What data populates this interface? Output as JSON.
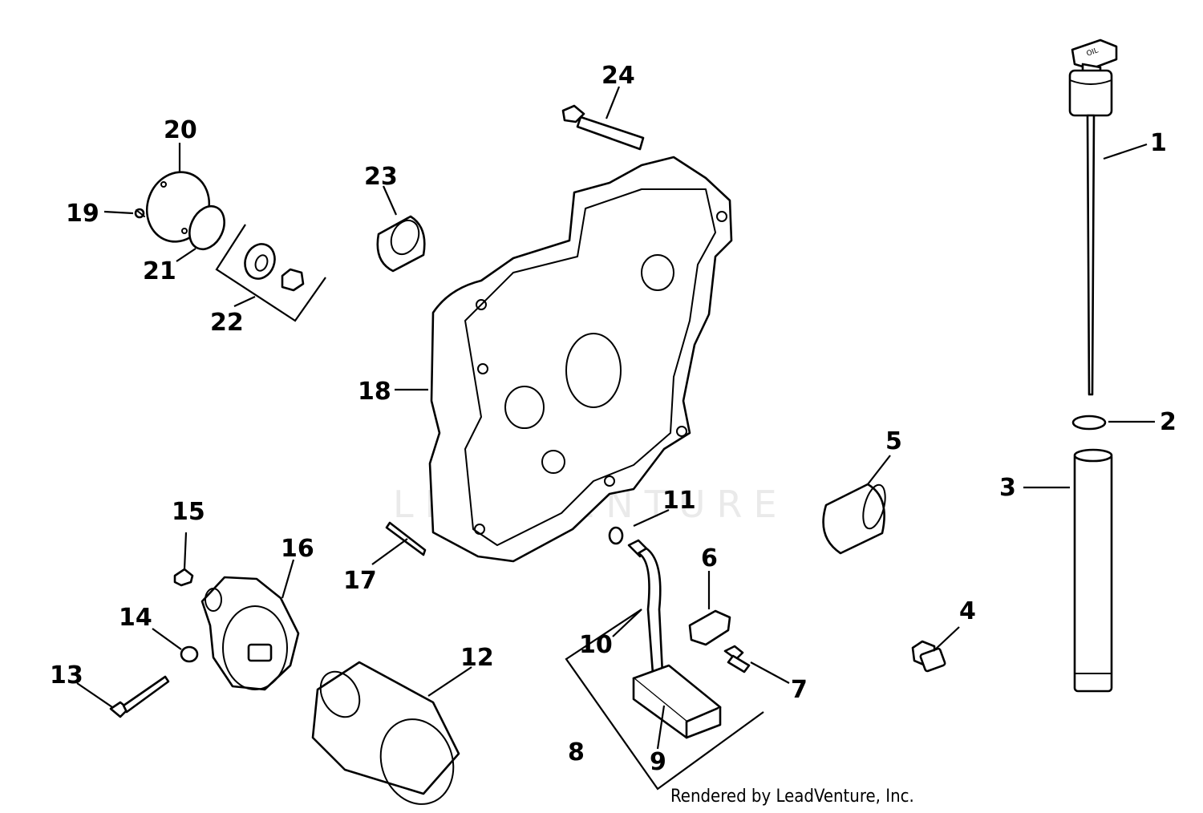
{
  "diagram": {
    "watermark": "LEADVENTURE",
    "credit": "Rendered by LeadVenture, Inc.",
    "oil_label": "OIL",
    "callouts": [
      "1",
      "2",
      "3",
      "4",
      "5",
      "6",
      "7",
      "8",
      "9",
      "10",
      "11",
      "12",
      "13",
      "14",
      "15",
      "16",
      "17",
      "18",
      "19",
      "20",
      "21",
      "22",
      "23",
      "24"
    ]
  }
}
